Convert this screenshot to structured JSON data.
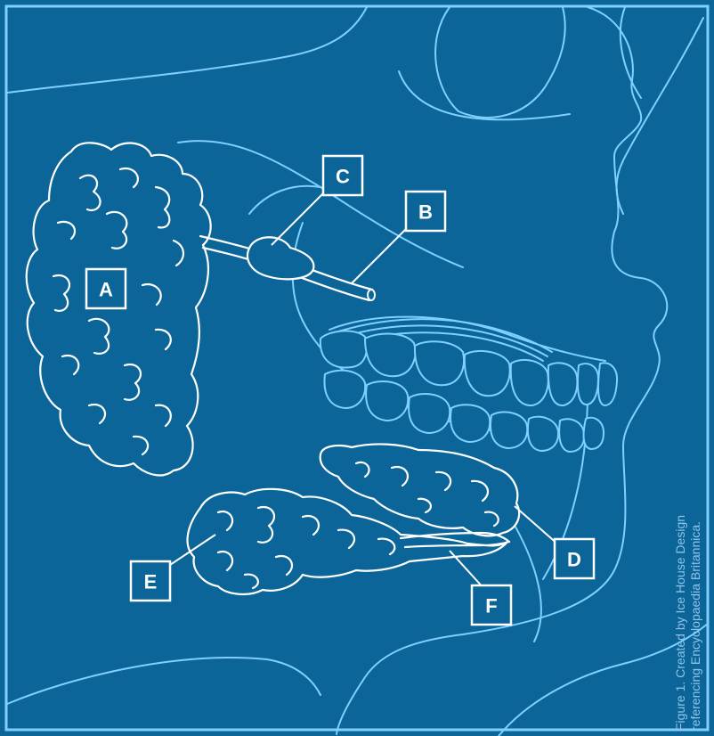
{
  "labels": {
    "a": "A",
    "b": "B",
    "c": "C",
    "d": "D",
    "e": "E",
    "f": "F"
  },
  "caption": {
    "line1": "Figure 1. Created by Ice House Design",
    "line2": "referencing Encyclopaedia Britannica."
  },
  "colors": {
    "background": "#0b6599",
    "anatomy_outline": "#7fd0ff",
    "gland_outline": "#ffffff",
    "caption": "#8fc4e8"
  }
}
